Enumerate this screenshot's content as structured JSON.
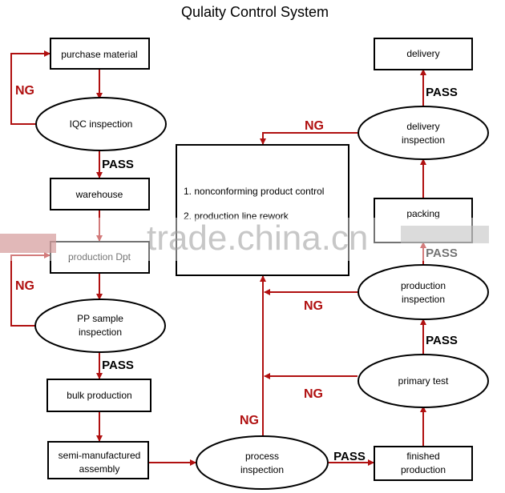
{
  "title": "Qulaity Control System",
  "nodes": {
    "purchase_material": "purchase material",
    "iqc_inspection": "IQC  inspection",
    "warehouse": "warehouse",
    "production_dpt": "production Dpt",
    "pp_sample_1": "PP sample",
    "pp_sample_2": "inspection",
    "bulk_production": "bulk production",
    "semi_1": "semi-manufactured",
    "semi_2": "assembly",
    "process_1": "process",
    "process_2": "inspection",
    "finished_1": "finished",
    "finished_2": "production",
    "primary_test": "primary test",
    "production_insp_1": "production",
    "production_insp_2": "inspection",
    "packing": "packing",
    "delivery_insp_1": "delivery",
    "delivery_insp_2": "inspection",
    "delivery": "delivery"
  },
  "control_box": {
    "line1": "1. nonconforming product control",
    "line2": "2. production line rework"
  },
  "labels": {
    "ng": "NG",
    "pass": "PASS"
  },
  "watermark": "trade.china.cn",
  "colors": {
    "arrow": "#b01010",
    "ng_text": "#b01010",
    "outline": "#000000"
  }
}
